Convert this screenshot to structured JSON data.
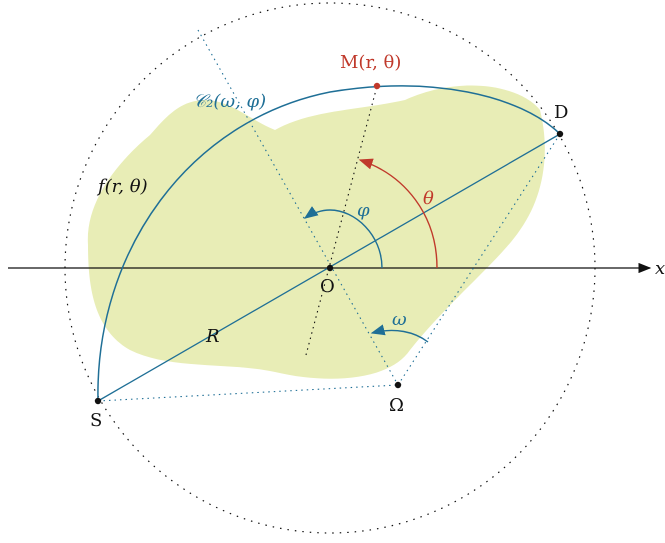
{
  "labels": {
    "M": "M(r, θ)",
    "D": "D",
    "S": "S",
    "O": "O",
    "Omega": "Ω",
    "x_axis": "x",
    "R": "R",
    "f": "f(r, θ)",
    "C2": "𝒞₂(ω, φ)",
    "theta": "θ",
    "phi": "φ",
    "omega": "ω"
  },
  "colors": {
    "blob": "#e8edb6",
    "arc": "#1f6f96",
    "red": "#c0392b",
    "black": "#111111"
  }
}
